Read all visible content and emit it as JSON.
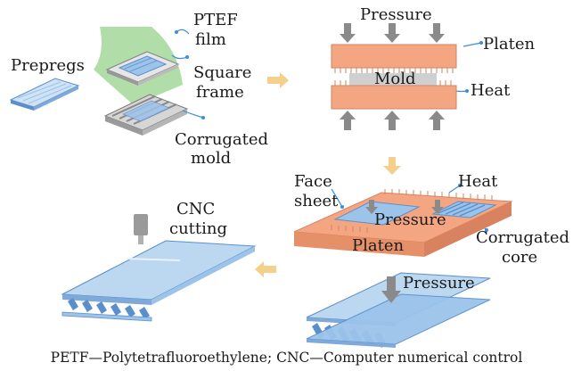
{
  "labels": {
    "prepregs": "Prepregs",
    "ptef_film_1": "PTEF",
    "ptef_film_2": "film",
    "square_frame_1": "Square",
    "square_frame_2": "frame",
    "corrugated_mold_1": "Corrugated",
    "corrugated_mold_2": "mold",
    "pressure_top": "Pressure",
    "platen_top": "Platen",
    "mold": "Mold",
    "heat_top": "Heat",
    "face_sheet_1": "Face",
    "face_sheet_2": "sheet",
    "heat_mid": "Heat",
    "pressure_mid": "Pressure",
    "platen_mid": "Platen",
    "corrugated_core_1": "Corrugated",
    "corrugated_core_2": "core",
    "cnc_1": "CNC",
    "cnc_2": "cutting",
    "pressure_bottom": "Pressure"
  },
  "caption": "PETF—Polytetrafluoroethylene; CNC—Computer numerical control",
  "colors": {
    "platen": "#f4a582",
    "platen_edge": "#d9825f",
    "film": "#a8d9a0",
    "prepreg": "#9cc3ea",
    "prepreg_dark": "#5b8fcc",
    "mold_gray": "#cccccc",
    "arrow_gray": "#8a8a8a",
    "flow_arrow": "#f5cf8c",
    "leader": "#3a8fd6"
  }
}
